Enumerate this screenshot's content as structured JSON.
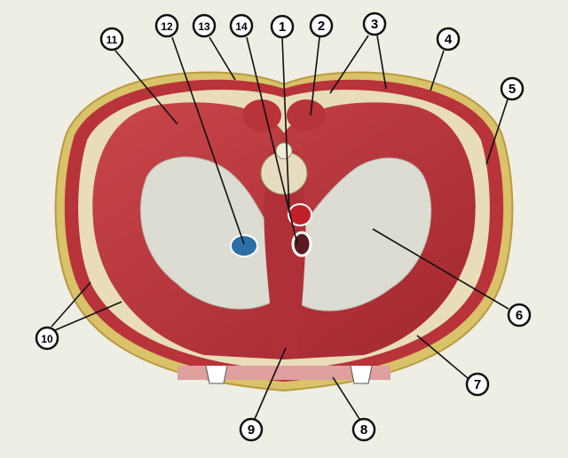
{
  "labels": [
    "1",
    "2",
    "3",
    "4",
    "5",
    "6",
    "7",
    "8",
    "9",
    "10",
    "11",
    "12",
    "13",
    "14"
  ],
  "colors": {
    "background": "#efeee4",
    "fat": "#d9c26a",
    "muscle": "#b8333a",
    "tendon": "#dcdcd2",
    "bone": "#e6dcc0",
    "vessel_blue": "#2a6fa8",
    "vessel_red": "#c0202a"
  }
}
